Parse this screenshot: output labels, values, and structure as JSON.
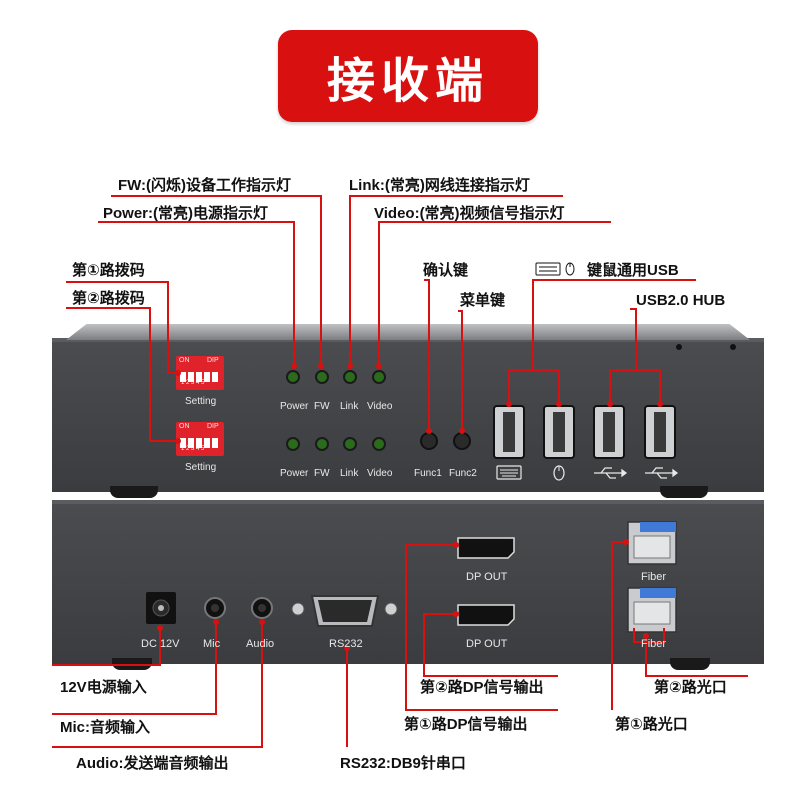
{
  "title": "接收端",
  "callouts": {
    "fw": "FW:(闪烁)设备工作指示灯",
    "link": "Link:(常亮)网线连接指示灯",
    "power": "Power:(常亮)电源指示灯",
    "video": "Video:(常亮)视频信号指示灯",
    "dip1": "第①路拨码",
    "dip2": "第②路拨码",
    "confirm": "确认键",
    "menu": "菜单键",
    "km_usb": "键鼠通用USB",
    "usb_hub": "USB2.0 HUB",
    "dc": "12V电源输入",
    "mic": "Mic:音频输入",
    "audio": "Audio:发送端音频输出",
    "rs232": "RS232:DB9针串口",
    "dp2": "第②路DP信号输出",
    "dp1": "第①路DP信号输出",
    "fiber2": "第②路光口",
    "fiber1": "第①路光口"
  },
  "front_panel": {
    "dip_on": "ON",
    "dip_label": "DIP",
    "dip_numbers": "1 2 3 4 5",
    "setting": "Setting",
    "led_labels": [
      "Power",
      "FW",
      "Link",
      "Video"
    ],
    "func1": "Func1",
    "func2": "Func2"
  },
  "rear_panel": {
    "dc": "DC 12V",
    "mic": "Mic",
    "audio": "Audio",
    "rs232": "RS232",
    "dp_out": "DP OUT",
    "fiber": "Fiber"
  },
  "colors": {
    "banner": "#d8100f",
    "callout_line": "#d8100f",
    "dip_switch": "#e0222a",
    "led": "#2b6b1c",
    "panel": "#444649"
  }
}
